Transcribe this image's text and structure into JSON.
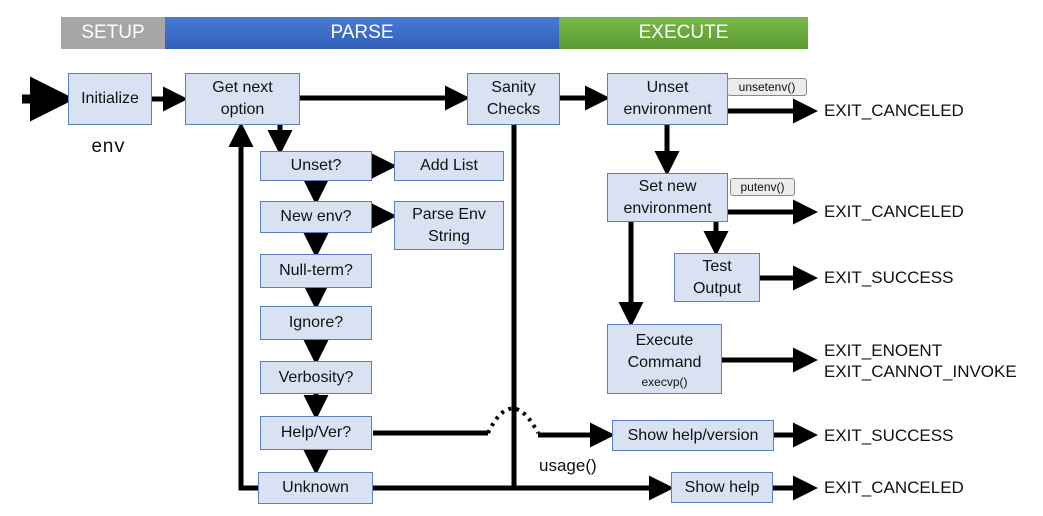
{
  "phases": {
    "setup": {
      "label": "SETUP",
      "color": "#a6a6a6"
    },
    "parse": {
      "label": "PARSE",
      "color": "#3d6cc7"
    },
    "execute": {
      "label": "EXECUTE",
      "color": "#6aaa3c"
    }
  },
  "nodes": {
    "initialize": "Initialize",
    "get_next_line1": "Get next",
    "get_next_line2": "option",
    "sanity_line1": "Sanity",
    "sanity_line2": "Checks",
    "unset_q": "Unset?",
    "add_list": "Add List",
    "new_env_q": "New env?",
    "parse_env_line1": "Parse Env",
    "parse_env_line2": "String",
    "null_term_q": "Null-term?",
    "ignore_q": "Ignore?",
    "verbosity_q": "Verbosity?",
    "help_ver_q": "Help/Ver?",
    "unknown": "Unknown",
    "unset_env_line1": "Unset",
    "unset_env_line2": "environment",
    "set_env_line1": "Set new",
    "set_env_line2": "environment",
    "test_output_line1": "Test",
    "test_output_line2": "Output",
    "execute_line1": "Execute",
    "execute_line2": "Command",
    "execute_sub": "execvp()",
    "show_help_version": "Show help/version",
    "show_help": "Show help"
  },
  "tags": {
    "unsetenv": "unsetenv()",
    "putenv": "putenv()"
  },
  "labels": {
    "env": "env",
    "usage": "usage()"
  },
  "exits": {
    "unset_env": "EXIT_CANCELED",
    "set_env": "EXIT_CANCELED",
    "test_output": "EXIT_SUCCESS",
    "execute_1": "EXIT_ENOENT",
    "execute_2": "EXIT_CANNOT_INVOKE",
    "show_help_version": "EXIT_SUCCESS",
    "show_help": "EXIT_CANCELED"
  }
}
